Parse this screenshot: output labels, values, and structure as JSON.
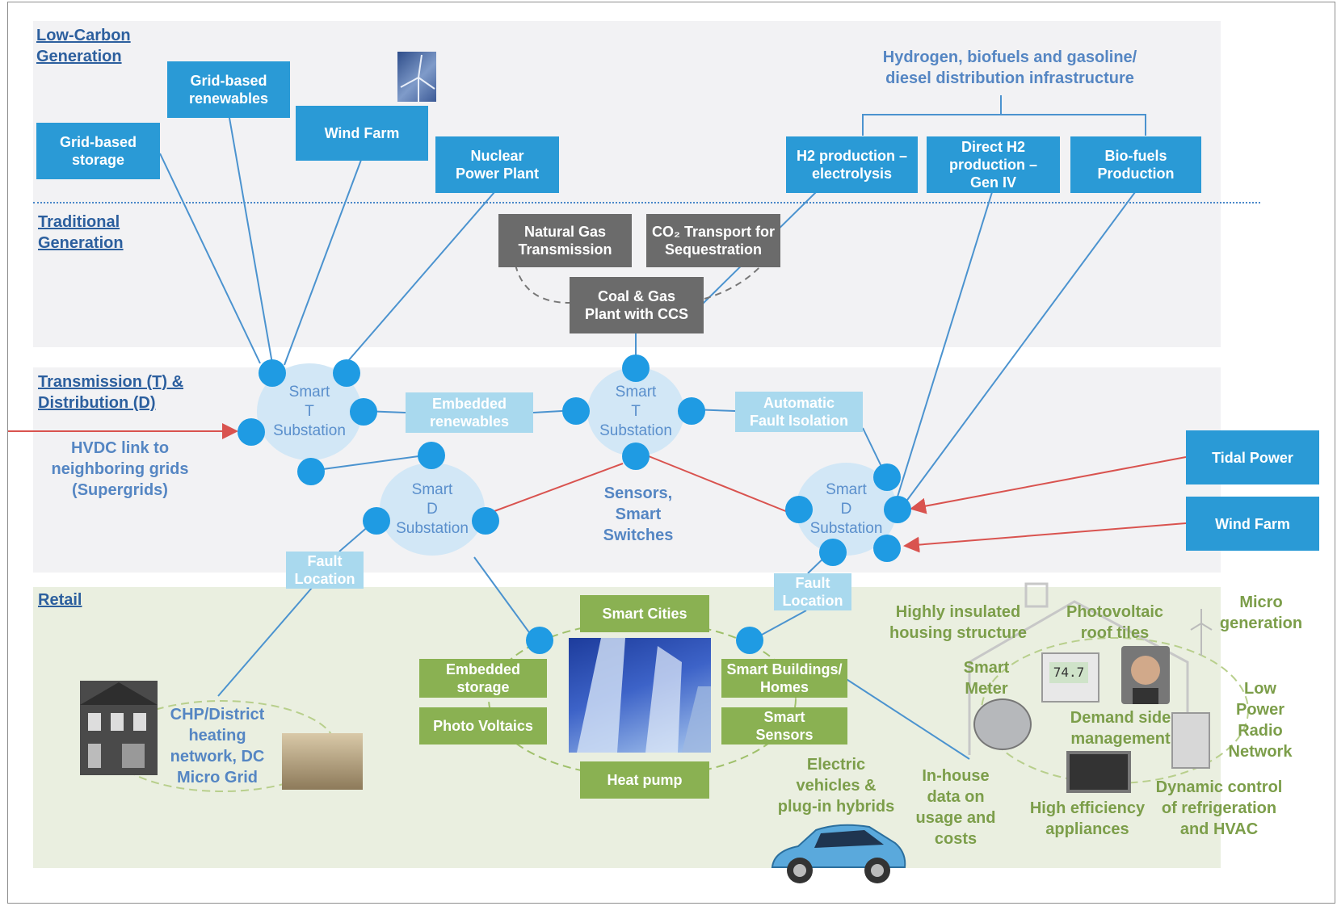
{
  "sections": {
    "low_carbon": "Low-Carbon\nGeneration",
    "traditional": "Traditional\nGeneration",
    "td": "Transmission (T) &\nDistribution (D)",
    "retail": "Retail"
  },
  "generation": {
    "grid_storage": "Grid-based\nstorage",
    "grid_renewables": "Grid-based\nrenewables",
    "wind_farm": "Wind Farm",
    "nuclear": "Nuclear\nPower Plant",
    "hydrogen_header": "Hydrogen, biofuels and gasoline/\ndiesel distribution infrastructure",
    "h2_electrolysis": "H2 production –\nelectrolysis",
    "direct_h2": "Direct H2\nproduction –\nGen IV",
    "biofuels": "Bio-fuels\nProduction",
    "natural_gas": "Natural Gas\nTransmission",
    "co2_transport": "CO₂ Transport for\nSequestration",
    "coal_gas": "Coal & Gas\nPlant with CCS"
  },
  "td": {
    "smart_t_substation": "Smart\nT\nSubstation",
    "smart_d_substation": "Smart\nD\nSubstation",
    "embedded_renewables": "Embedded\nrenewables",
    "automatic_fault_isolation": "Automatic\nFault Isolation",
    "hvdc": "HVDC link to\nneighboring grids\n(Supergrids)",
    "sensors": "Sensors,\nSmart\nSwitches",
    "tidal_power": "Tidal Power",
    "wind_farm": "Wind Farm",
    "fault_location": "Fault\nLocation"
  },
  "retail": {
    "smart_cities": "Smart Cities",
    "embedded_storage": "Embedded\nstorage",
    "photo_voltaics": "Photo Voltaics",
    "smart_buildings": "Smart Buildings/\nHomes",
    "smart_sensors": "Smart\nSensors",
    "heat_pump": "Heat pump",
    "chp": "CHP/District\nheating\nnetwork, DC\nMicro Grid",
    "ev": "Electric\nvehicles &\nplug-in hybrids",
    "inhouse": "In-house\ndata on\nusage and\ncosts",
    "insulated": "Highly insulated\nhousing structure",
    "pv_tiles": "Photovoltaic\nroof tiles",
    "micro_gen": "Micro\ngeneration",
    "smart_meter": "Smart\nMeter",
    "demand": "Demand side\nmanagement",
    "low_power": "Low\nPower\nRadio\nNetwork",
    "high_eff": "High efficiency\nappliances",
    "dynamic": "Dynamic control\nof refrigeration\nand HVAC",
    "meter_reading": "74.7"
  },
  "colors": {
    "blue_box": "#2a9ad6",
    "pale_box": "#a9d9ee",
    "grey_box": "#6b6b6b",
    "green_box": "#8ab152",
    "node": "#1f9be3",
    "red_link": "#d9534f"
  }
}
